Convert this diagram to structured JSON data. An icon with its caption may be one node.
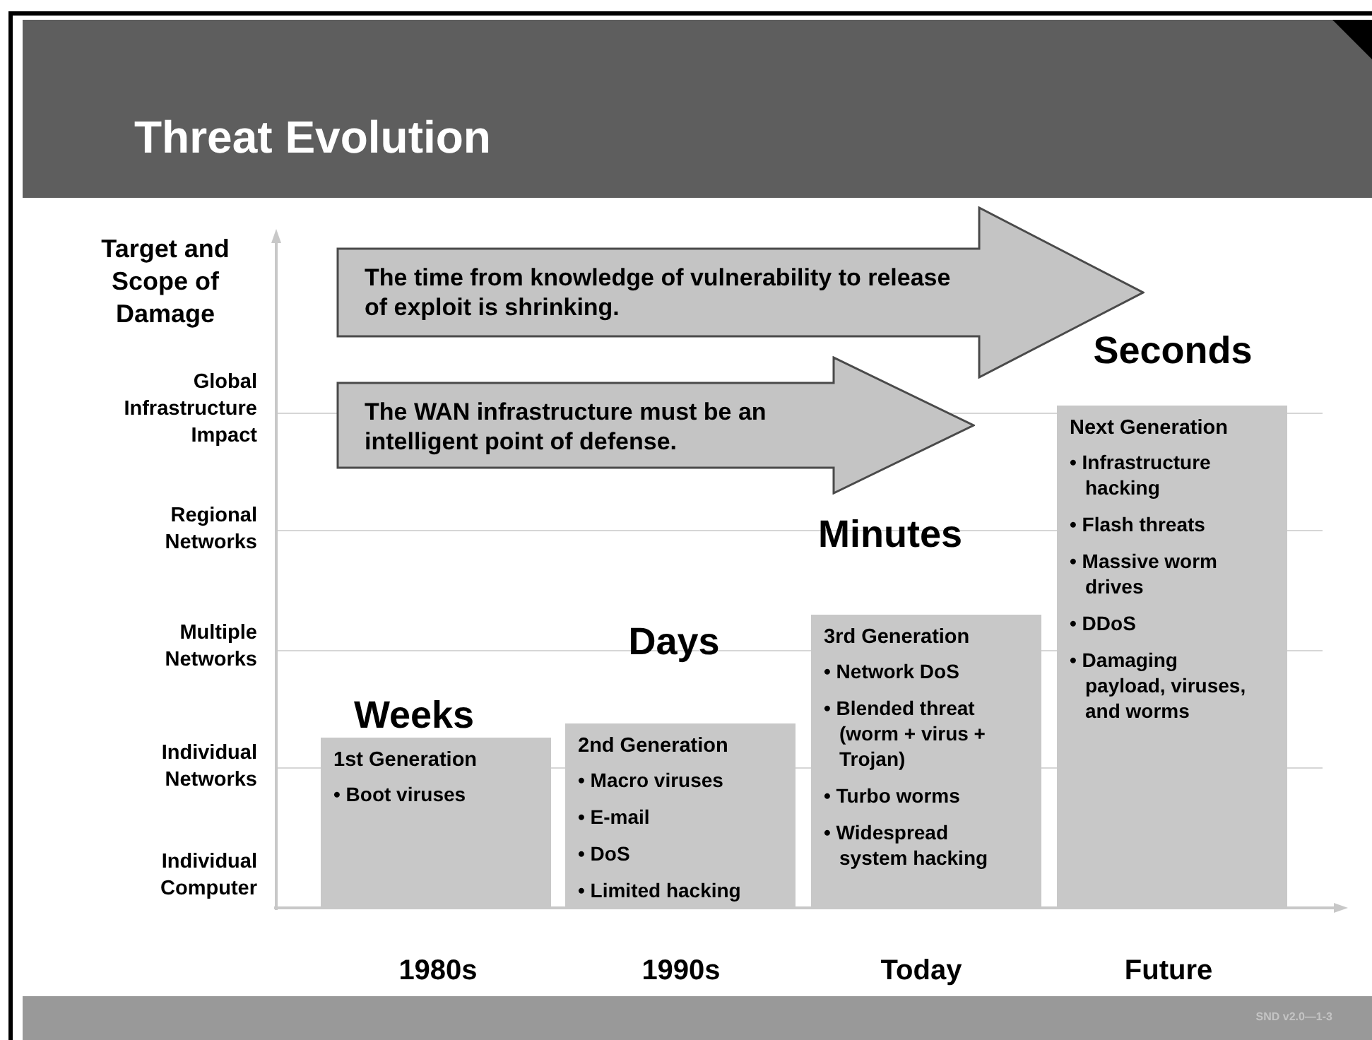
{
  "diagram": {
    "title": "Threat Evolution",
    "nodes": [
      {
        "text": [
          "The time from knowledge of vulnerability to release of exploit is shrinking."
        ]
      },
      {
        "text": [
          "The WAN infrastructure must be an intelligent point of defense."
        ]
      },
      {
        "text": [
          "1st Generation",
          "• Boot viruses"
        ]
      },
      {
        "text": [
          "2nd Generation",
          "• Macro viruses",
          "• E-mail",
          "• DoS",
          "• Limited hacking"
        ]
      },
      {
        "text": [
          "3rd Generation",
          "• Network DoS",
          "• Blended threat (worm + virus + Trojan)",
          "• Turbo worms",
          "• Widespread system hacking"
        ]
      },
      {
        "text": [
          "Next Generation",
          "• Infrastructure hacking",
          "• Flash threats",
          "• Massive worm drives",
          "• DDoS",
          "• Damaging payload, viruses, and worms"
        ]
      }
    ],
    "labels": [
      "Target and Scope of Damage",
      "Seconds",
      "Global Infrastructure Impact",
      "Regional Networks",
      "Minutes",
      "Multiple Networks",
      "Days",
      "Individual Networks",
      "Weeks",
      "Individual Computer",
      "1980s",
      "1990s",
      "Today",
      "Future",
      "SND v2.0—1-3"
    ]
  }
}
